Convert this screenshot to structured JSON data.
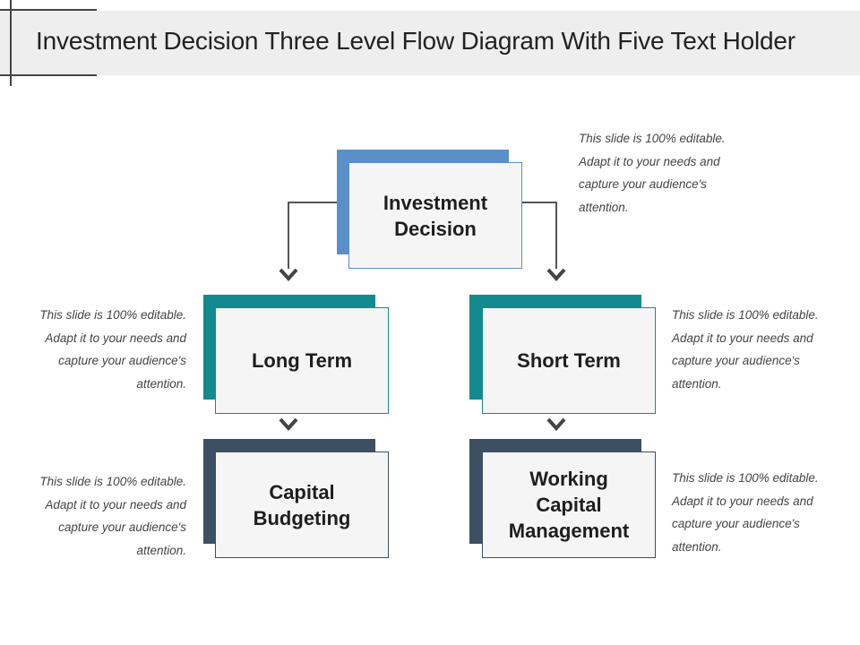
{
  "title": "Investment  Decision Three Level Flow Diagram With Five Text Holder",
  "colors": {
    "top": "#5b8fc9",
    "middle": "#138a8e",
    "bottom": "#3d4f63",
    "connector": "#555555",
    "title_bar": "#eeeeee"
  },
  "boxes": {
    "investment_decision": "Investment\nDecision",
    "long_term": "Long Term",
    "short_term": "Short Term",
    "capital_budgeting": "Capital\nBudgeting",
    "working_capital": "Working\nCapital\nManagement"
  },
  "notes": {
    "top_right": "This slide is 100% editable. Adapt it to your needs and capture your audience's attention.",
    "middle_left": "This slide is 100% editable. Adapt it to your needs and capture your audience's attention.",
    "middle_right": "This slide is 100% editable. Adapt it to your needs and capture your audience's attention.",
    "bottom_left": "This slide is 100% editable. Adapt it to your needs and capture your audience's attention.",
    "bottom_right": "This slide is 100% editable. Adapt it to your needs and capture your audience's attention."
  }
}
